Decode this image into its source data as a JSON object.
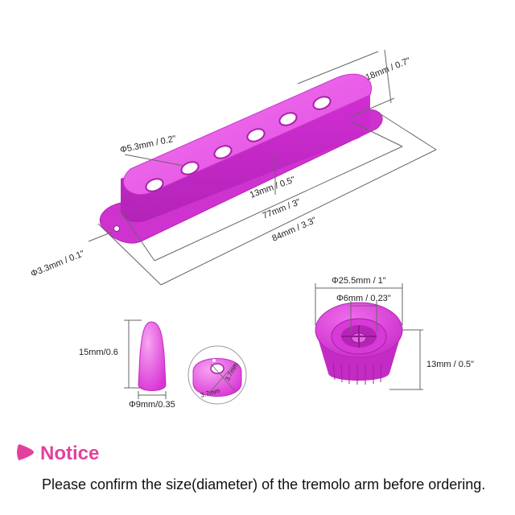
{
  "colors": {
    "product_pink": "#e041e0",
    "product_dark": "#a51fa5",
    "accent": "#e3409e",
    "line": "#666666"
  },
  "dimensions": {
    "cover_height": "18mm / 0.7\"",
    "pole_hole": "Φ5.3mm / 0.2\"",
    "cover_depth": "13mm / 0.5\"",
    "inner_length": "77mm / 3\"",
    "total_length": "84mm / 3.3\"",
    "mount_hole": "Φ3.3mm / 0.1\"",
    "knob_diameter": "Φ25.5mm / 1\"",
    "knob_shaft": "Φ6mm / 0.23\"",
    "knob_height": "13mm / 0.5\"",
    "tip_height": "15mm/0.6",
    "tip_diameter": "Φ9mm/0.35",
    "tip_hole_a": "3.7mm",
    "tip_hole_b": "3.7mm"
  },
  "notice": {
    "title": "Notice",
    "text": "Please confirm the size(diameter) of the tremolo arm before ordering."
  }
}
